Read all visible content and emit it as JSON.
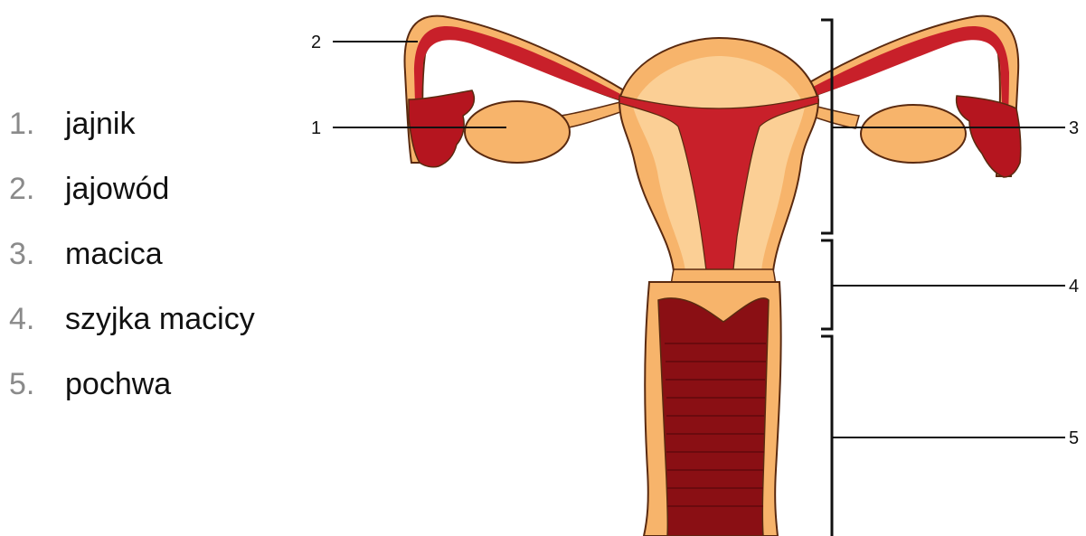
{
  "legend": {
    "items": [
      {
        "number": "1.",
        "term": "jajnik"
      },
      {
        "number": "2.",
        "term": "jajowód"
      },
      {
        "number": "3.",
        "term": "macica"
      },
      {
        "number": "4.",
        "term": "szyjka macicy"
      },
      {
        "number": "5.",
        "term": "pochwa"
      }
    ]
  },
  "callouts": {
    "ovary": "1",
    "tube": "2",
    "uterus": "3",
    "cervix": "4",
    "vagina": "5"
  },
  "colors": {
    "outer_tissue": "#f7b46b",
    "inner_tissue": "#fbcf95",
    "lining_red": "#c8202a",
    "dark_red": "#8a0f14",
    "fimbriae": "#b5151f",
    "outline": "#5a2a10",
    "line": "#111111"
  }
}
